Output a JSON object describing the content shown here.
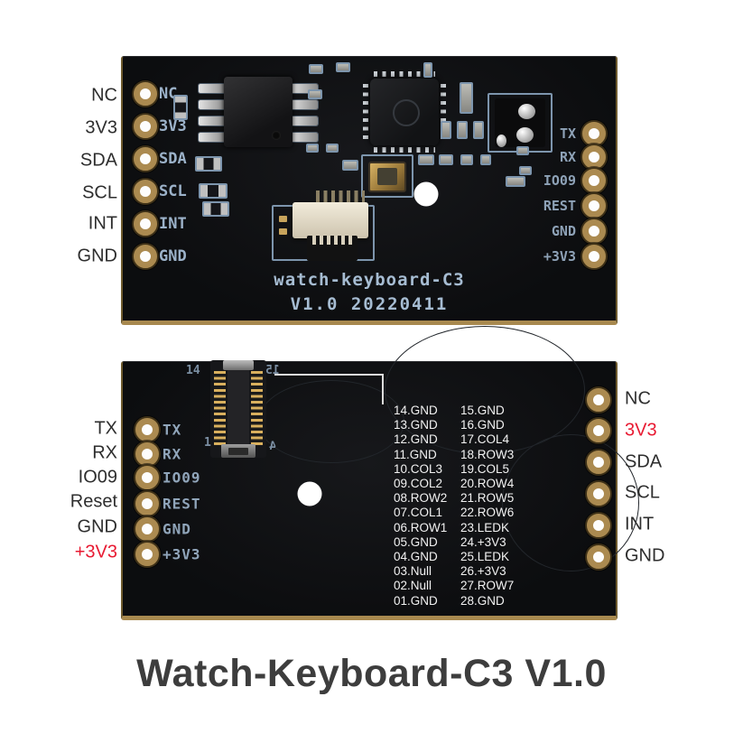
{
  "title": "Watch-Keyboard-C3 V1.0",
  "colors": {
    "board": "#0e0f11",
    "silkscreen_blue": "#9cb2c9",
    "annotation_dark": "#2e2e2e",
    "annotation_red": "#e81a32",
    "table_text": "#f2f2f2",
    "hole_ring_gold": "#ab8a50",
    "title_text": "#3d3d3d"
  },
  "front": {
    "external_left": [
      "NC",
      "3V3",
      "SDA",
      "SCL",
      "INT",
      "GND"
    ],
    "silk_left": [
      "NC",
      "3V3",
      "SDA",
      "SCL",
      "INT",
      "GND"
    ],
    "silk_right": [
      "TX",
      "RX",
      "IO09",
      "REST",
      "GND",
      "+3V3"
    ],
    "silk_name": "watch-keyboard-C3",
    "silk_version": "V1.0 20220411"
  },
  "back": {
    "external_left": [
      "TX",
      "RX",
      "IO09",
      "Reset",
      "GND",
      "+3V3"
    ],
    "external_right": [
      "NC",
      "3V3",
      "SDA",
      "SCL",
      "INT",
      "GND"
    ],
    "silk_left": [
      "TX",
      "RX",
      "IO09",
      "REST",
      "GND",
      "+3V3"
    ],
    "connector_marks": {
      "top_left": "14",
      "top_right": "15",
      "bottom_left": "1",
      "bottom_right": "4"
    },
    "pin_table": {
      "left": [
        "14.GND",
        "13.GND",
        "12.GND",
        "11.GND",
        "10.COL3",
        "09.COL2",
        "08.ROW2",
        "07.COL1",
        "06.ROW1",
        "05.GND",
        "04.GND",
        "03.Null",
        "02.Null",
        "01.GND"
      ],
      "right": [
        "15.GND",
        "16.GND",
        "17.COL4",
        "18.ROW3",
        "19.COL5",
        "20.ROW4",
        "21.ROW5",
        "22.ROW6",
        "23.LEDK",
        "24.+3V3",
        "25.LEDK",
        "26.+3V3",
        "27.ROW7",
        "28.GND"
      ]
    }
  }
}
